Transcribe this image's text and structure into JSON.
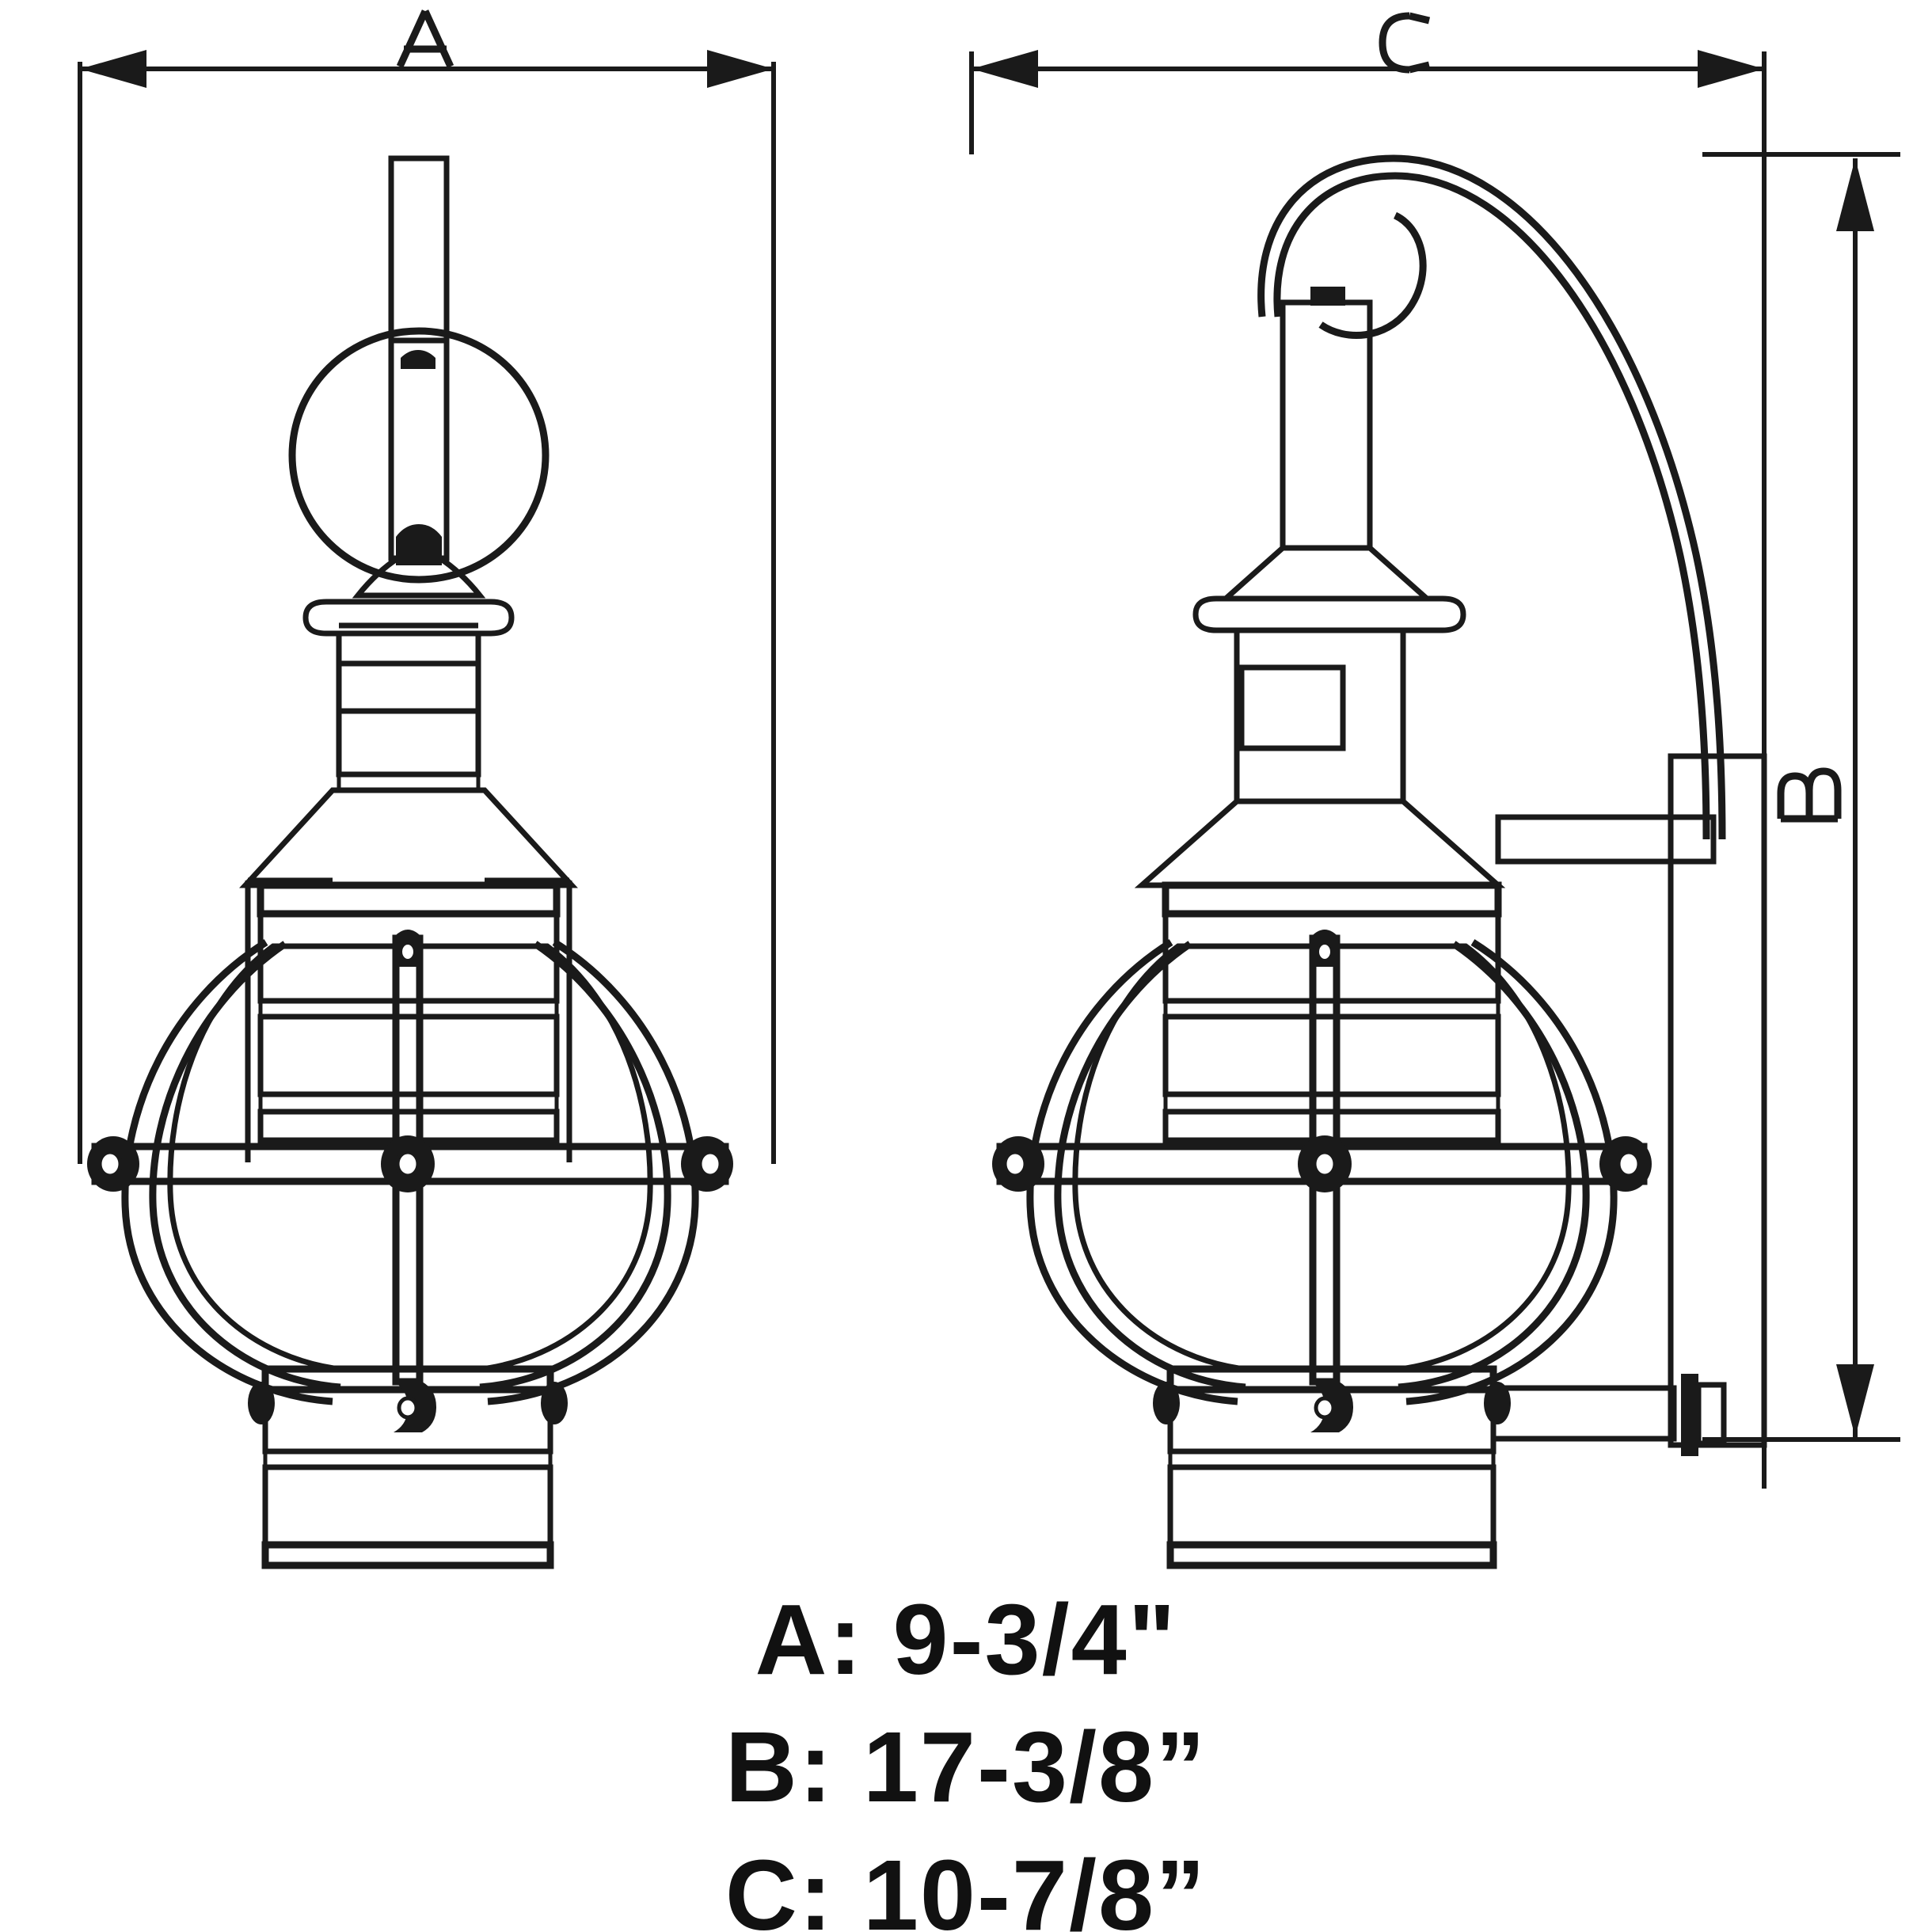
{
  "document": {
    "type": "dimensioned-product-drawing",
    "subject": "outdoor wall lantern with cage and scroll arm",
    "views": [
      "front-elevation",
      "side-elevation"
    ],
    "background_color": "#ffffff",
    "line_color": "#1a1a1a"
  },
  "dimensions": {
    "labels": {
      "a": "A",
      "b": "B",
      "c": "C"
    },
    "a": {
      "letter": "A",
      "orientation": "horizontal",
      "view": "front-elevation",
      "meaning": "width"
    },
    "b": {
      "letter": "B",
      "orientation": "vertical",
      "view": "side-elevation",
      "meaning": "height"
    },
    "c": {
      "letter": "C",
      "orientation": "horizontal",
      "view": "side-elevation",
      "meaning": "extension"
    }
  },
  "legend": {
    "lines": [
      "A: 9-3/4\"",
      "B: 17-3/8”",
      "C: 10-7/8”"
    ],
    "line_a": "A: 9-3/4\"",
    "line_b": "B: 17-3/8”",
    "line_c": "C: 10-7/8”",
    "entries": [
      {
        "key": "A",
        "value": "9-3/4\""
      },
      {
        "key": "B",
        "value": "17-3/8”"
      },
      {
        "key": "C",
        "value": "10-7/8”"
      }
    ]
  },
  "chart_data": {
    "type": "table",
    "title": "",
    "categories": [
      "A",
      "B",
      "C"
    ],
    "values": [
      9.75,
      17.375,
      10.875
    ],
    "value_labels": [
      "9-3/4\"",
      "17-3/8”",
      "10-7/8”"
    ],
    "units": "inches",
    "xlabel": "",
    "ylabel": ""
  }
}
